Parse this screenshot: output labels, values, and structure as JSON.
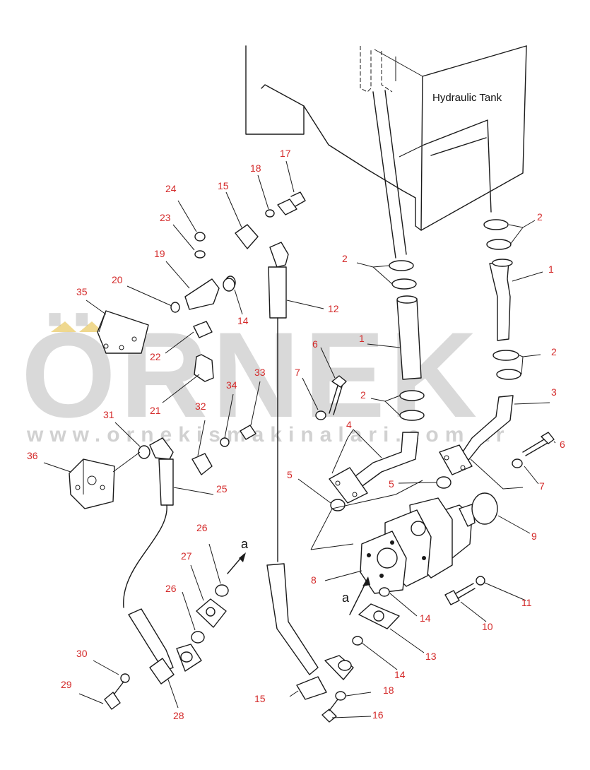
{
  "diagram": {
    "tank_label": "Hydraulic Tank",
    "view_letter": "a",
    "watermark": {
      "brand": "ÖRNEK",
      "url": "www.ornekismakinalari.com.tr"
    },
    "callouts": {
      "c1a": "1",
      "c1b": "1",
      "c2a": "2",
      "c2b": "2",
      "c2c": "2",
      "c2d": "2",
      "c3": "3",
      "c4": "4",
      "c5a": "5",
      "c5b": "5",
      "c6a": "6",
      "c6b": "6",
      "c7a": "7",
      "c7b": "7",
      "c8": "8",
      "c9": "9",
      "c10": "10",
      "c11": "11",
      "c12": "12",
      "c13": "13",
      "c14a": "14",
      "c14b": "14",
      "c14c": "14",
      "c15a": "15",
      "c15b": "15",
      "c16": "16",
      "c17": "17",
      "c18a": "18",
      "c18b": "18",
      "c19": "19",
      "c20": "20",
      "c21": "21",
      "c22": "22",
      "c23": "23",
      "c24": "24",
      "c25": "25",
      "c26a": "26",
      "c26b": "26",
      "c27": "27",
      "c28": "28",
      "c29": "29",
      "c30": "30",
      "c31": "31",
      "c32": "32",
      "c33": "33",
      "c34": "34",
      "c35": "35",
      "c36": "36"
    }
  }
}
